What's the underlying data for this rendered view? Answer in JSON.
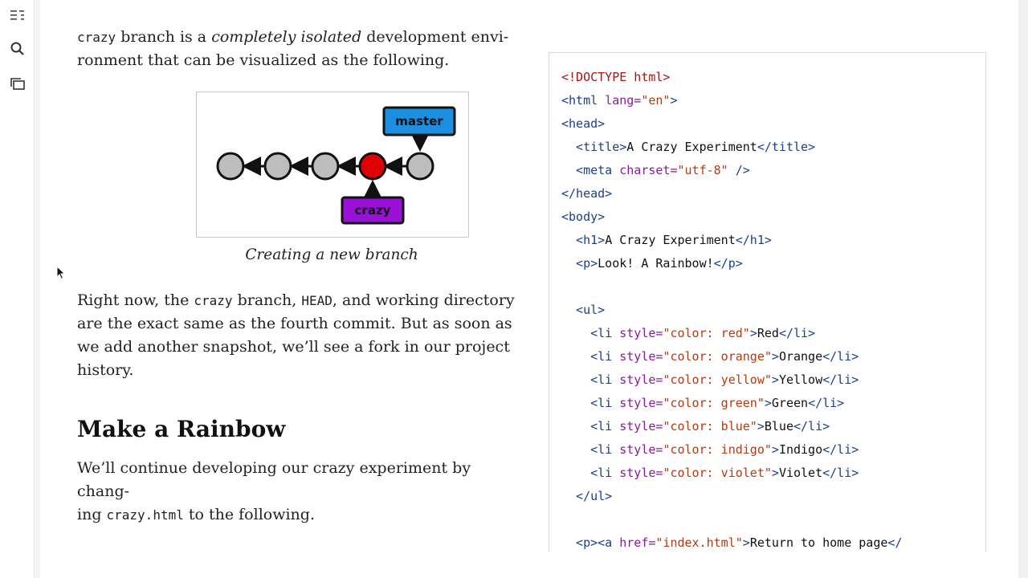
{
  "sidebar": {
    "toc_icon": "table-of-contents-icon",
    "search_icon": "search-icon",
    "pages_icon": "pages-icon"
  },
  "text": {
    "p1_mono": "crazy",
    "p1_a": " branch is a ",
    "p1_em": "completely isolated",
    "p1_b": " development envi-",
    "p1_line2": "ronment that can be visualized as the following.",
    "caption": "Creating a new branch",
    "p2_a": "Right now, the ",
    "p2_mono1": "crazy",
    "p2_b": " branch, ",
    "p2_mono2": "HEAD",
    "p2_c": ", and working directory",
    "p2_line2": "are the exact same as the fourth commit. But as soon as",
    "p2_line3": "we add another snapshot, we’ll see a fork in our project",
    "p2_line4": "history.",
    "heading": "Make a Rainbow",
    "p3_line1": "We’ll continue developing our crazy experiment by chang-",
    "p3_a": "ing ",
    "p3_mono": "crazy.html",
    "p3_b": " to the following."
  },
  "diagram": {
    "label_master": "master",
    "label_crazy": "crazy",
    "colors": {
      "commit": "#bdbdbd",
      "head_commit": "#e00000",
      "master": "#1d8fe0",
      "crazy": "#9b10d6"
    }
  },
  "code": {
    "l1": "<!DOCTYPE html>",
    "l2a": "<html ",
    "l2b": "lang=",
    "l2c": "\"en\"",
    "l2d": ">",
    "l3": "<head>",
    "l4a": "  <title>",
    "l4b": "A Crazy Experiment",
    "l4c": "</title>",
    "l5a": "  <meta ",
    "l5b": "charset=",
    "l5c": "\"utf-8\"",
    "l5d": " />",
    "l6": "</head>",
    "l7": "<body>",
    "l8a": "  <h1>",
    "l8b": "A Crazy Experiment",
    "l8c": "</h1>",
    "l9a": "  <p>",
    "l9b": "Look! A Rainbow!",
    "l9c": "</p>",
    "l11": "  <ul>",
    "li_open": "    <li ",
    "li_attr": "style=",
    "li_close": "</li>",
    "items": [
      {
        "style": "\"color: red\"",
        "text": "Red"
      },
      {
        "style": "\"color: orange\"",
        "text": "Orange"
      },
      {
        "style": "\"color: yellow\"",
        "text": "Yellow"
      },
      {
        "style": "\"color: green\"",
        "text": "Green"
      },
      {
        "style": "\"color: blue\"",
        "text": "Blue"
      },
      {
        "style": "\"color: indigo\"",
        "text": "Indigo"
      },
      {
        "style": "\"color: violet\"",
        "text": "Violet"
      }
    ],
    "l19": "  </ul>",
    "l21a": "  <p><a ",
    "l21b": "href=",
    "l21c": "\"index.html\"",
    "l21d": ">",
    "l21e": "Return to home page",
    "l21f": "</"
  }
}
